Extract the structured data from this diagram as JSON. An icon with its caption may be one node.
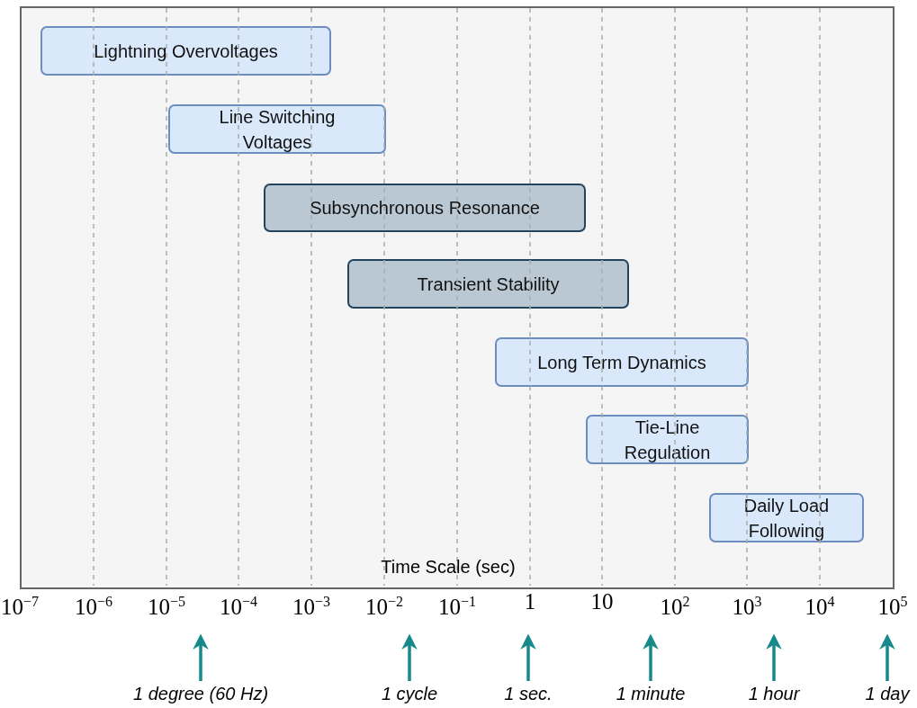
{
  "diagram": {
    "nodes": [
      {
        "text": [
          "Lightning Overvoltages"
        ]
      },
      {
        "text": [
          "Line Switching Voltages"
        ]
      },
      {
        "text": [
          "Subsynchronous Resonance"
        ]
      },
      {
        "text": [
          "Transient Stability"
        ]
      },
      {
        "text": [
          "Long Term Dynamics"
        ]
      },
      {
        "text": [
          "Tie-Line Regulation"
        ]
      },
      {
        "text": [
          "Daily Load Following"
        ]
      },
      {
        "text": [
          "1 degree (60 Hz)"
        ]
      },
      {
        "text": [
          "1 cycle"
        ]
      },
      {
        "text": [
          "1 sec."
        ]
      },
      {
        "text": [
          "1 minute"
        ]
      },
      {
        "text": [
          "1 hour"
        ]
      },
      {
        "text": [
          "1 day"
        ]
      }
    ],
    "edges": [
      {
        "from": 7,
        "to": null,
        "arrow": "to"
      },
      {
        "from": 8,
        "to": null,
        "arrow": "to"
      },
      {
        "from": 9,
        "to": null,
        "arrow": "to"
      },
      {
        "from": 10,
        "to": null,
        "arrow": "to"
      },
      {
        "from": 11,
        "to": null,
        "arrow": "to"
      },
      {
        "from": 12,
        "to": null,
        "arrow": "to"
      }
    ],
    "labels": [
      "Time Scale (sec)",
      "10$^{−7}$",
      "10$^{−6}$",
      "10$^{−5}$",
      "10$^{−4}$",
      "10$^{−3}$",
      "10$^{−2}$",
      "10$^{−1}$",
      "1",
      "10",
      "10$^{2}$",
      "10$^{3}$",
      "10$^{4}$",
      "10$^{5}$"
    ]
  }
}
